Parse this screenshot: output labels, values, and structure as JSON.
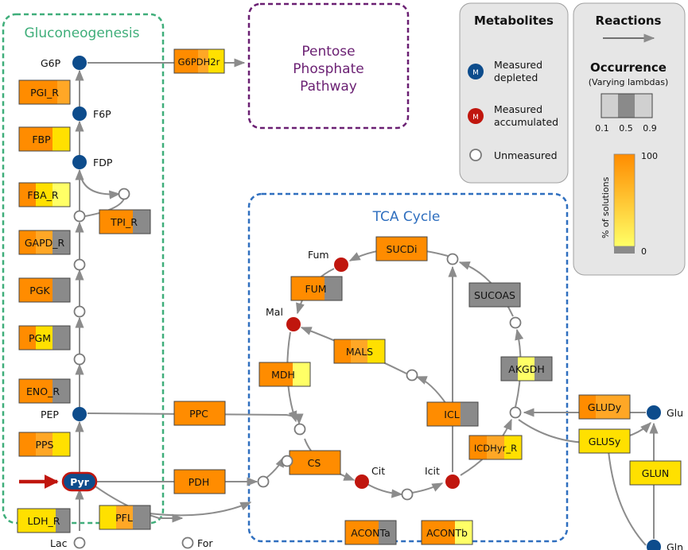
{
  "regions": {
    "gluconeogenesis": "Gluconeogenesis",
    "pentose": [
      "Pentose",
      "Phosphate",
      "Pathway"
    ],
    "tca": "TCA Cycle"
  },
  "colors": {
    "orange": "#ff8c00",
    "orange_light": "#ffa726",
    "yellow": "#ffe000",
    "yellow_light": "#ffff66",
    "gray": "#8a8a8a",
    "depleted": "#0d4c8c",
    "accumulated": "#c0160e",
    "green_box": "#3fae7a",
    "purple_box": "#6a1f72",
    "blue_box": "#2f6fbf"
  },
  "metabolites": {
    "G6P": "G6P",
    "F6P": "F6P",
    "FDP": "FDP",
    "PEP": "PEP",
    "Pyr": "Pyr",
    "Lac": "Lac",
    "For": "For",
    "Fum": "Fum",
    "Mal": "Mal",
    "Cit": "Cit",
    "Icit": "Icit",
    "Glu": "Glu",
    "Gln": "Gln"
  },
  "reactions": {
    "G6PDH2r": "G6PDH2r",
    "PGI_R": "PGI_R",
    "FBP": "FBP",
    "FBA_R": "FBA_R",
    "TPI_R": "TPI_R",
    "GAPD_R": "GAPD_R",
    "PGK": "PGK",
    "PGM": "PGM",
    "ENO_R": "ENO_R",
    "PPS": "PPS",
    "LDH_R": "LDH_R",
    "PFL": "PFL",
    "PPC": "PPC",
    "PDH": "PDH",
    "CS": "CS",
    "ACONTa": "ACONTa",
    "ACONTb": "ACONTb",
    "ICL": "ICL",
    "MALS": "MALS",
    "MDH": "MDH",
    "FUM": "FUM",
    "SUCDi": "SUCDi",
    "SUCOAS": "SUCOAS",
    "AKGDH": "AKGDH",
    "ICDHyr_R": "ICDHyr_R",
    "GLUDy": "GLUDy",
    "GLUSy": "GLUSy",
    "GLUN": "GLUN"
  },
  "legend": {
    "metabolites_title": "Metabolites",
    "reactions_title": "Reactions",
    "m_glyph": "M",
    "depleted": [
      "Measured",
      "depleted"
    ],
    "accumulated": [
      "Measured",
      "accumulated"
    ],
    "unmeasured": "Unmeasured",
    "occurrence_title": "Occurrence",
    "occurrence_sub": "(Varying lambdas)",
    "lambda_ticks": [
      "0.1",
      "0.5",
      "0.9"
    ],
    "colorbar_label": "% of solutions",
    "colorbar_max": "100",
    "colorbar_min": "0"
  }
}
